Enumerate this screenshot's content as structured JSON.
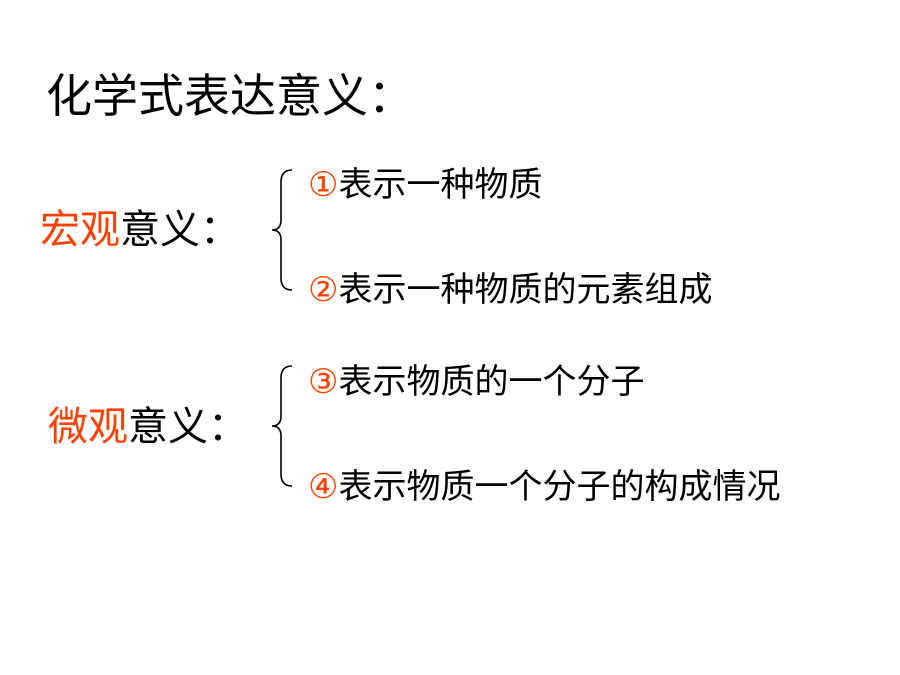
{
  "title": "化学式表达意义：",
  "colors": {
    "accent": "#ff4000",
    "text": "#000000",
    "background": "#ffffff"
  },
  "groups": [
    {
      "accent_text": "宏观",
      "rest_text": "意义：",
      "items": [
        {
          "num": "①",
          "text": "表示一种物质"
        },
        {
          "num": "②",
          "text": "表示一种物质的元素组成"
        }
      ]
    },
    {
      "accent_text": "微观",
      "rest_text": "意义：",
      "items": [
        {
          "num": "③",
          "text": "表示物质的一个分子"
        },
        {
          "num": "④",
          "text": "表示物质一个分子的构成情况"
        }
      ]
    }
  ]
}
